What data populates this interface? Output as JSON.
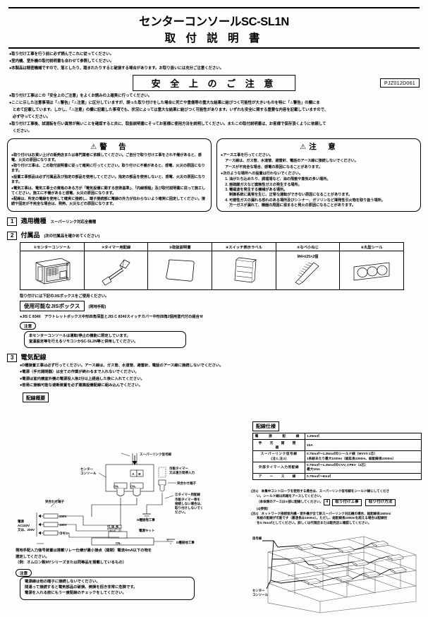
{
  "header": {
    "title_main": "センターコンソールSC-SL1N",
    "title_sub": "取 付 説 明 書",
    "part_number": "PJZ012D061",
    "bullets": [
      "●取り付け工事を行う前に必ず読んでこれに従ってください。",
      "●室内機、室外機の取付説明書も合わせて参照してください。",
      "●本製品は精密機械ですので、落としたり、踏まれたりすると破損する場合があります。お取り扱いには充分ご注意ください。"
    ]
  },
  "safety": {
    "title": "安 全 上 の ご 注 意",
    "bullets": [
      "●取り付け工事はこの「安全上のご注意」をよくお読みの上確実に行ってください。",
      "●ここに示した注意事項は「⚠警告」「⚠注意」に区分していますが、誤った取り付けをした場合に死亡や重傷等の重大な結果に結びつく可能性が大きいものを特に「⚠警告」の欄にま",
      "とめて記載しています。しかし、「⚠注意」の欄に記載した事項でも、状況によっては重大な結果に結びつく可能性があります。いずれも安全に関する重要な内容を記載していますので、",
      "必ず守ってください。",
      "●取り付け工事後、試運転を行い異常が無いことを確認すると共に、取扱説明書にそってお客様に使用方法を説明してください。またこの取付説明書は、お客様で保存頂くように依頼して",
      "ください。"
    ]
  },
  "warning": {
    "symbol": "⚠",
    "title": "警　告",
    "items": [
      "●取り付けはお買い上げの販売店または専門業者に依頼してください。ご自分で取り付け工事をされ不備があると、感電、火災の原因になります。",
      "●取り付け工事は、この取付説明書に従って確実に行ってください。取り付けに不備があると、感電、火災の原因になります。",
      "●設置工事部品は必ず付属品及び指定の部品を使用してください。指定の部品を使用しないと、感電、火災の原因になります。",
      "●電気工事は、電気工事士の資格のある方が「電気設備に関する技術基準」、「内線規程」及び取付説明書に従って施工してください。施工に不備があると感電、火災の原因になります。",
      "●配線は、所定の電線を使用して確実に接続し、端子接続部に電線の外力が伝わらないよう確実に固定してください。接続や固定が不完全な場合は、発熱、火災などの原因になります。"
    ]
  },
  "caution": {
    "symbol": "⚠",
    "title": "注　意",
    "item1_main": "●アース工事を行ってください。",
    "item1_sub": [
      "アース線は、ガス管、水道管、避雷針、電話のアース線に接続しないでください。",
      "アースが不完全な場合、感電の原因になることがあります。"
    ],
    "item2_main": "●次のような場所への設置は行わないでください。",
    "numbered": [
      "油がたち込めたり、調理場など、油の飛散や蒸気の多い場所。",
      "亜硫酸ガスなど腐蝕性ガスの発生する場所。",
      "電磁波を発生する機械がある場所。",
      "可燃性ガスの漏れる恐れのある場所及びシンナー、ガソリンなど揮発性引火物を取り扱う場所。"
    ],
    "numbered_sub": {
      "3": "制御系統に異常を生じ、正常な運転ができない原因になることがあります。",
      "4": "万一ガスが漏れて、機器の周囲に溜まると発火の原因になることがあります。"
    }
  },
  "section1": {
    "number": "1",
    "title": "適用機種",
    "subtitle": "スーパーリンク対応全機種"
  },
  "section2": {
    "number": "2",
    "title": "付属品",
    "subtitle": "(次の付属品を確かめてください)",
    "columns": [
      "①センターコンソール",
      "②タイマー用配線",
      "③取扱説明書",
      "④スイッチ表示ラベル",
      "⑤なべ小ねじ",
      "⑥丸型シール"
    ],
    "screw_spec": "M4×ℓ25×2個",
    "jis_intro": "取り付けには下記のJISボックスをご使用ください。",
    "jis_title": "使用可能なJISボックス",
    "jis_sub": "(現地手配)",
    "jis_line": "●JIS C 8340　アウトレットボックス中形四角深型とJIS C 8340スイッチカバー中形四角2個用塗代付の組合せ",
    "chui_tag": "注意",
    "chui_lines": [
      "本センターコンソールは運転/停止の機能に限定しています。",
      "室温設定等を行えるリモコンかSC-SL2N等と併用してください。"
    ]
  },
  "section3": {
    "number": "3",
    "title": "電気配線",
    "bullets": [
      "●D種接置工事は必ず行ってください。アース線は、ガス管、水道管、避雷針、電話のアース線に接続しないでください。",
      "●電源（手元開閉器）は全ての作業が終わるまで入れないでください。",
      "●電源は室内機室外機の電源投入後2分以上経過した後に入れてください。",
      "●容易に接触可能な遮断装置を必ず建築設備配線に組み込んでください。"
    ],
    "diagram_tag": "配線概要",
    "diagram_labels": {
      "signal": "スーパーリンク信号線",
      "console": "センター\nコンソール",
      "cn1": "CN₁",
      "cn2": "CN₂",
      "a": "A",
      "b": "B",
      "timer_in": "市販タイマー\n又は遠方発停入力",
      "joint_term": "突合わせ端子",
      "joint_term2": "突合わせ端子",
      "timer_wire": "②タイマー用配線",
      "timer_note": "市販タイマー等を\n接続しない場合は、\n取り付けしないでく\nださい。",
      "ground1": "D種接地工事",
      "ground2": "D種接地工事",
      "power_kit": "電源キット",
      "v200": "200V",
      "v100": "100V",
      "common": "コモン",
      "power_src": "電源\nAC100V\n又は、200V",
      "cn1b": "CN₁",
      "term_ku": "ク口",
      "term_shi": "シ口",
      "term_a": "アカ"
    },
    "relay_note": [
      "現地手配入力信号装置は搭載リレー仕様が最小接点（開閉）電流4mA以下の物を",
      "選定してください。",
      "（例：オムロン製MYシリーズまたは同等品を搭載しているもの）"
    ],
    "chui2_tag": "注意",
    "chui2_lines": [
      "電源線は他の端子に接続しないでください。",
      "間違って接続すると電気部品の破損、焼損を招き非常に危険です。",
      "電源を入れる前にもう一度配線のチェックをしてください。"
    ]
  },
  "spec": {
    "tag": "配線仕様",
    "rows": [
      {
        "label": "電　源　配　線",
        "spread": true,
        "value": "1.25m㎡"
      },
      {
        "label": "手 元 開 閉 器",
        "spread": true,
        "value": "10A"
      },
      {
        "label": "スーパーリンク信号線\n(注1,注2)",
        "spread": false,
        "value": "0.75m㎡～1.25m㎡のシールド線（MVVS 2芯）\n1系統あたり最大1000m（総延長1000m、総配線長1000m）"
      },
      {
        "label": "外部タイマー入力用配線",
        "spread": false,
        "value": "0.75m㎡～1.25m㎡のCVV, CPEV（2芯）\n最大10m"
      },
      {
        "label": "ア ー ス 線",
        "spread": true,
        "value": "0.75m㎡～6m㎡"
      }
    ],
    "notes": [
      "(注1)　本集中コントローラを使用する場合は、スーパーリンク信号線をシールド線にしてくださ",
      "い。シールド線は両端をアースしてください。",
      "（本体側のアースは⑤部に配線してください。",
      "(4)参照）",
      "(注2)　ネットワーク接続室内機・室外機が全て新スーパーリンク対応機の場合、総配線長1500m/",
      "系統の配線が可能です（最遠長は1000m）。ただし、総配線長1000mを超える場合は配線径",
      "を0.75m㎡としてください。詳しくは代理店または販売店に確認してください。"
    ],
    "inline_tag_num": "4",
    "inline_tag_label": "取り付け工事",
    "inline_tag_label2": "取り付け方法",
    "bldg_labels": {
      "signal": "信号線",
      "console": "センター\nコンソール"
    }
  }
}
